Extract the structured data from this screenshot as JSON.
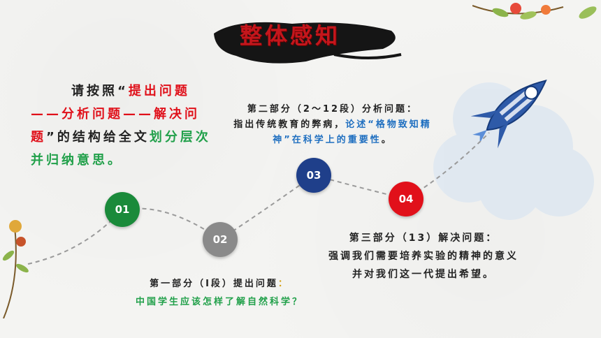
{
  "title": "整体感知",
  "intro": {
    "part1": "请按照“",
    "red": "提出问题——分析问题——解决问题",
    "part2": "”的结构给全文",
    "green": "划分层次并归纳意思。"
  },
  "steps": {
    "s1": "01",
    "s2": "02",
    "s3": "03",
    "s4": "04"
  },
  "section1": {
    "heading": "第一部分（Ⅰ段）提出问题",
    "colon": "：",
    "body": "中国学生应该怎样了解自然科学？"
  },
  "section2": {
    "heading": "第二部分（2～12段）分析问题：",
    "body_dark": "指出传统教育的弊病，",
    "body_blue": "论述“格物致知精神”在科学上的重要性",
    "body_end": "。"
  },
  "section3": {
    "heading": "第三部分（13）解决问题：",
    "body": "强调我们需要培养实验的精神的意义并对我们这一代提出希望。"
  },
  "colors": {
    "red": "#e0101a",
    "green": "#21a04a",
    "blue": "#1f6fc0",
    "navy": "#1f3f8a",
    "gray": "#8a8a8a"
  }
}
